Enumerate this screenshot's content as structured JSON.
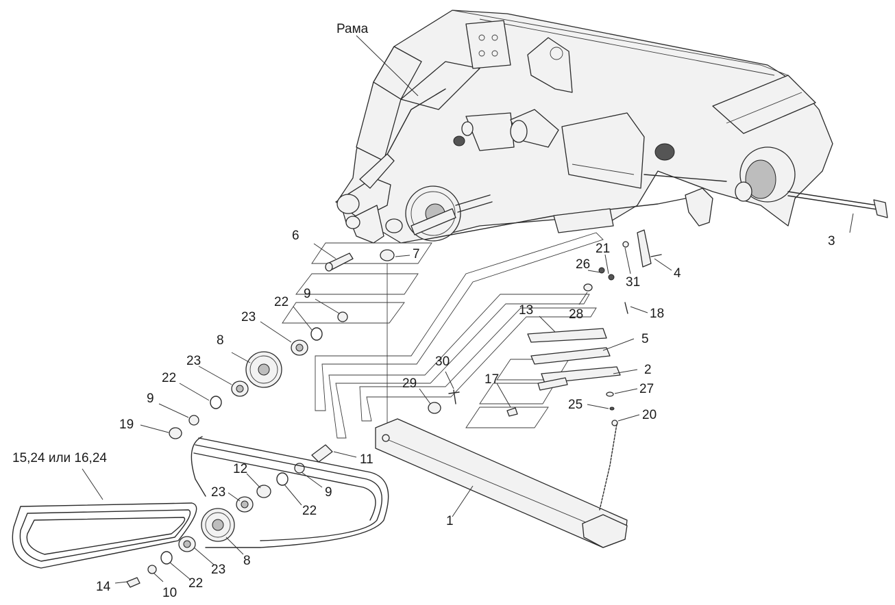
{
  "labels": {
    "frame": "Рама",
    "belt_kit": "15,24 или 16,24",
    "p1": "1",
    "p2": "2",
    "p3": "3",
    "p4": "4",
    "p5": "5",
    "p6": "6",
    "p7": "7",
    "p8a": "8",
    "p8b": "8",
    "p9a": "9",
    "p9b": "9",
    "p9c": "9",
    "p10": "10",
    "p11": "11",
    "p12": "12",
    "p13": "13",
    "p14": "14",
    "p17": "17",
    "p18": "18",
    "p19": "19",
    "p20": "20",
    "p21": "21",
    "p22a": "22",
    "p22b": "22",
    "p22c": "22",
    "p22d": "22",
    "p23a": "23",
    "p23b": "23",
    "p23c": "23",
    "p23d": "23",
    "p25": "25",
    "p26": "26",
    "p27": "27",
    "p28": "28",
    "p29": "29",
    "p30": "30",
    "p31": "31"
  }
}
